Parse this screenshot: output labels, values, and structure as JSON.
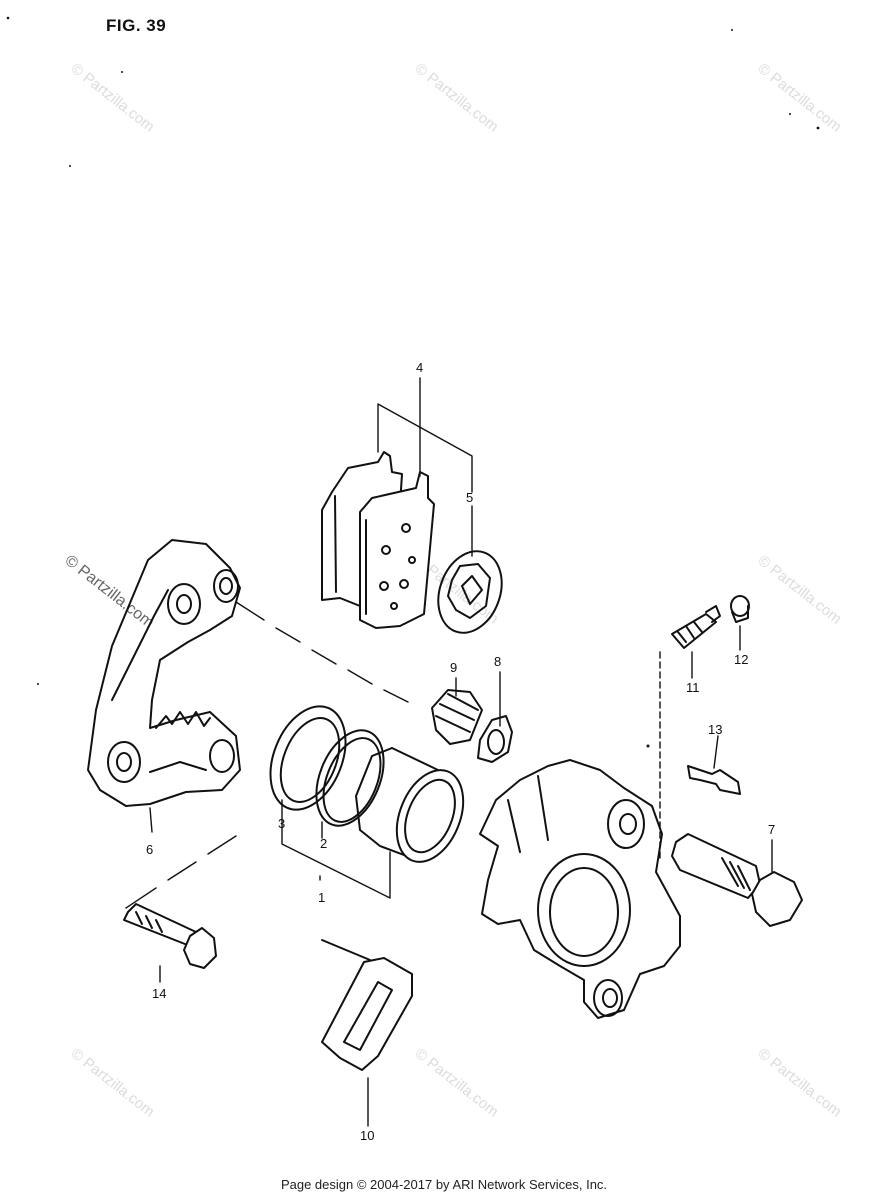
{
  "figure": {
    "title": "FIG. 39",
    "footer": "Page design © 2004-2017 by ARI Network Services, Inc."
  },
  "watermark": {
    "text": "© Partzilla.com"
  },
  "callouts": [
    {
      "id": "c1",
      "label": "1"
    },
    {
      "id": "c2",
      "label": "2"
    },
    {
      "id": "c3",
      "label": "3"
    },
    {
      "id": "c4",
      "label": "4"
    },
    {
      "id": "c5",
      "label": "5"
    },
    {
      "id": "c6",
      "label": "6"
    },
    {
      "id": "c7",
      "label": "7"
    },
    {
      "id": "c8",
      "label": "8"
    },
    {
      "id": "c9",
      "label": "9"
    },
    {
      "id": "c10",
      "label": "10"
    },
    {
      "id": "c11",
      "label": "11"
    },
    {
      "id": "c12",
      "label": "12"
    },
    {
      "id": "c13",
      "label": "13"
    },
    {
      "id": "c14",
      "label": "14"
    }
  ]
}
